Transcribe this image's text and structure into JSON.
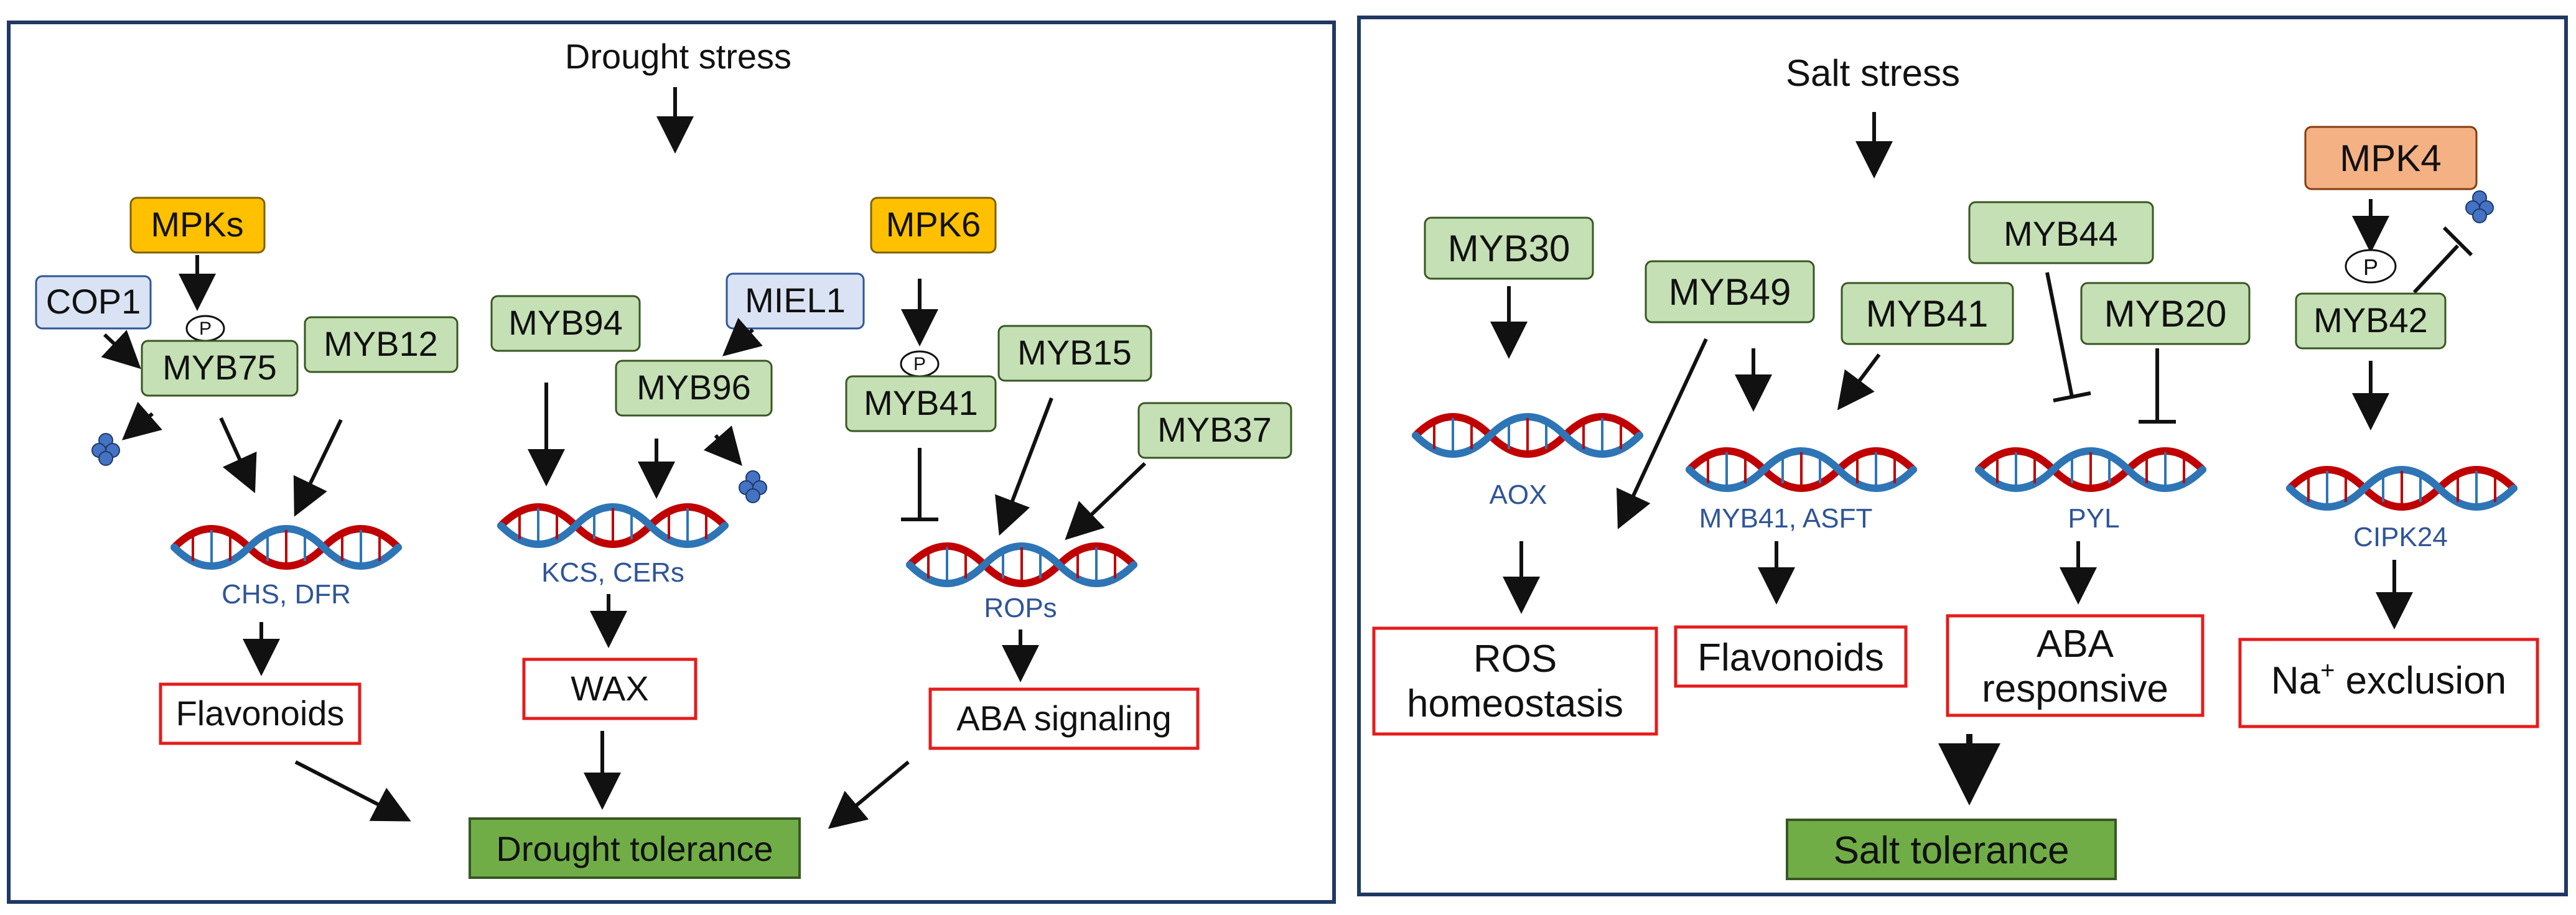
{
  "colors": {
    "panel_border": "#1f3864",
    "green_fill": "#c5e0b4",
    "green_dark_fill": "#70ad47",
    "green_stroke": "#385723",
    "blue_fill": "#dae3f3",
    "blue_stroke": "#2f5597",
    "gold_fill": "#ffc000",
    "orange_fill": "#f4b183",
    "red_outline": "#e51c1c",
    "dna_red": "#c00000",
    "dna_blue": "#2e75b6",
    "gene_text": "#2f5597",
    "arrow": "#111111",
    "degradation_blue": "#4472c4"
  },
  "icons": [
    "dna-icon",
    "degradation-icon",
    "phosphorylation-icon"
  ],
  "drought": {
    "title": "Drought stress",
    "kinases": {
      "mpks": "MPKs",
      "mpk6": "MPK6"
    },
    "regulators": {
      "cop1": "COP1",
      "miel1": "MIEL1"
    },
    "phospho": "P",
    "myb": {
      "myb75": "MYB75",
      "myb12": "MYB12",
      "myb94": "MYB94",
      "myb96": "MYB96",
      "myb41": "MYB41",
      "myb15": "MYB15",
      "myb37": "MYB37"
    },
    "genes": {
      "chs_dfr": "CHS, DFR",
      "kcs_cers": "KCS, CERs",
      "rops": "ROPs"
    },
    "outputs": {
      "flavonoids": "Flavonoids",
      "wax": "WAX",
      "aba_signaling": "ABA signaling"
    },
    "tolerance": "Drought tolerance"
  },
  "salt": {
    "title": "Salt stress",
    "kinase": "MPK4",
    "phospho": "P",
    "myb": {
      "myb30": "MYB30",
      "myb49": "MYB49",
      "myb41": "MYB41",
      "myb44": "MYB44",
      "myb20": "MYB20",
      "myb42": "MYB42"
    },
    "genes": {
      "aox": "AOX",
      "myb41_asft": "MYB41, ASFT",
      "pyl": "PYL",
      "cipk24": "CIPK24"
    },
    "outputs": {
      "ros_line1": "ROS",
      "ros_line2": "homeostasis",
      "flavonoids": "Flavonoids",
      "aba_line1": "ABA",
      "aba_line2": "responsive",
      "na_prefix": "Na",
      "na_sup": "+",
      "na_suffix": " exclusion"
    },
    "tolerance": "Salt tolerance"
  }
}
